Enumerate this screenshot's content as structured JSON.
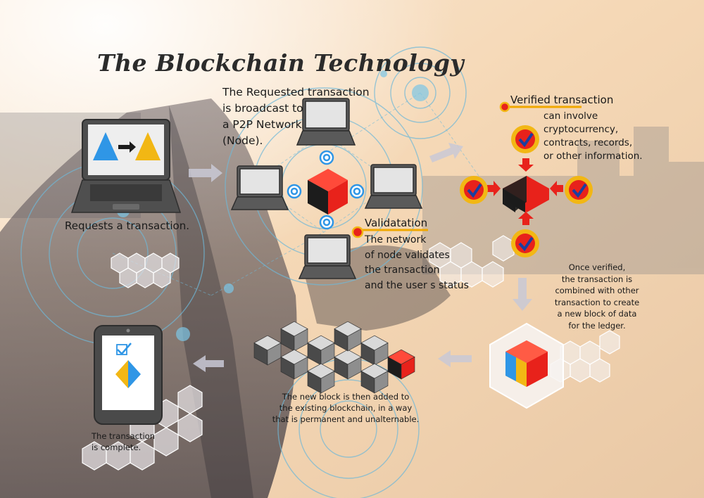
{
  "title": "The Blockchain Technology",
  "steps": {
    "request": "Requests a transaction.",
    "broadcast": "The Requested transaction\nis broadcast to\na P2P Network\n(Node).",
    "validate_head": "Validatation",
    "validate_body": "The network\nof node validates\nthe transaction\nand the user s status",
    "verified_head": "Verified transaction",
    "verified_body": "can involve\ncryptocurrency,\ncontracts, records,\nor other information.",
    "once_verified": "Once verified,\nthe transaction is\ncombined with other\ntransaction to create\na new block of data\nfor the ledger.",
    "added": "The new block is then added to\nthe existing blockchain, in a way\nthat is permanent and unalternable.",
    "complete": "The transaction\nis complete."
  },
  "colors": {
    "blue": "#2f96e6",
    "yellow": "#f2b714",
    "red": "#e8221b",
    "dark_cube": "#1c1c1c",
    "accent_line": "#f0a800",
    "laptop": "#5a5a5a",
    "network_line": "#6fb8d8"
  },
  "icons": [
    "laptop-icon",
    "cube-icon",
    "checkmark-badge-icon",
    "smartphone-icon",
    "arrow-icon",
    "hexagon-icon",
    "node-ring-icon"
  ]
}
